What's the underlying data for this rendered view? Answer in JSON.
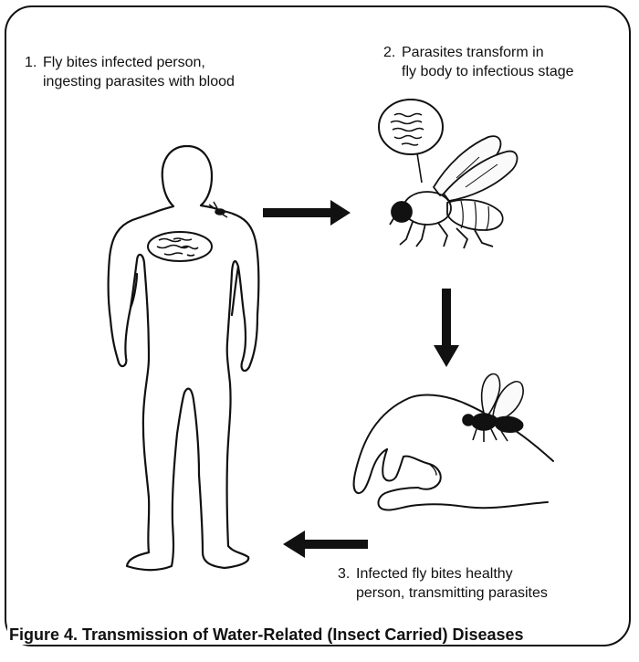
{
  "steps": [
    {
      "number": "1.",
      "line1": "Fly bites infected person,",
      "line2": "ingesting parasites with blood"
    },
    {
      "number": "2.",
      "line1": "Parasites transform in",
      "line2": "fly body to infectious stage"
    },
    {
      "number": "3.",
      "line1": "Infected fly bites healthy",
      "line2": "person, transmitting parasites"
    }
  ],
  "caption": "Figure 4. Transmission of Water-Related (Insect Carried) Diseases",
  "colors": {
    "ink": "#111111",
    "background": "#ffffff"
  }
}
